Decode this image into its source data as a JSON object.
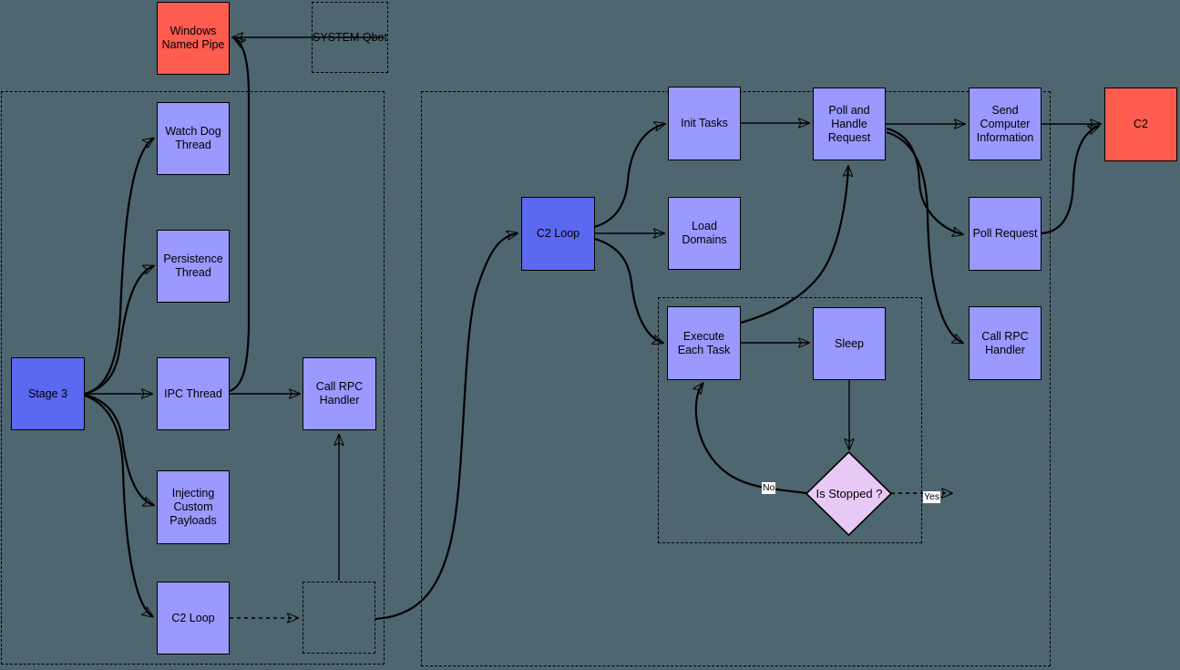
{
  "diagram": {
    "description": "Qbot stage 3 C2 flowchart",
    "colors": {
      "background": "#4e6670",
      "node_light_blue": "#9999ff",
      "node_dark_blue": "#5b68f0",
      "node_red": "#ff5c50",
      "decision_pink": "#e8c9f6",
      "edge_stroke": "#000000",
      "edge_label_background": "#ffffff"
    }
  },
  "nodes": {
    "windows_named_pipe": "Windows Named Pipe",
    "system_qbot": "SYSTEM Qbot",
    "watch_dog_thread": "Watch Dog Thread",
    "persistence_thread": "Persistence Thread",
    "stage_3": "Stage 3",
    "ipc_thread": "IPC Thread",
    "call_rpc_handler_left": "Call RPC Handler",
    "injecting_custom_payloads": "Injecting Custom Payloads",
    "c2_loop_left": "C2 Loop",
    "c2_loop_right": "C2 Loop",
    "init_tasks": "Init Tasks",
    "load_domains": "Load Domains",
    "poll_and_handle_request": "Poll and Handle Request",
    "send_computer_information": "Send Computer Information",
    "poll_request": "Poll Request",
    "c2": "C2",
    "call_rpc_handler_right": "Call RPC Handler",
    "execute_each_task": "Execute Each Task",
    "sleep": "Sleep",
    "is_stopped": "Is Stopped ?"
  },
  "edge_labels": {
    "no": "No",
    "yes": "Yes"
  }
}
